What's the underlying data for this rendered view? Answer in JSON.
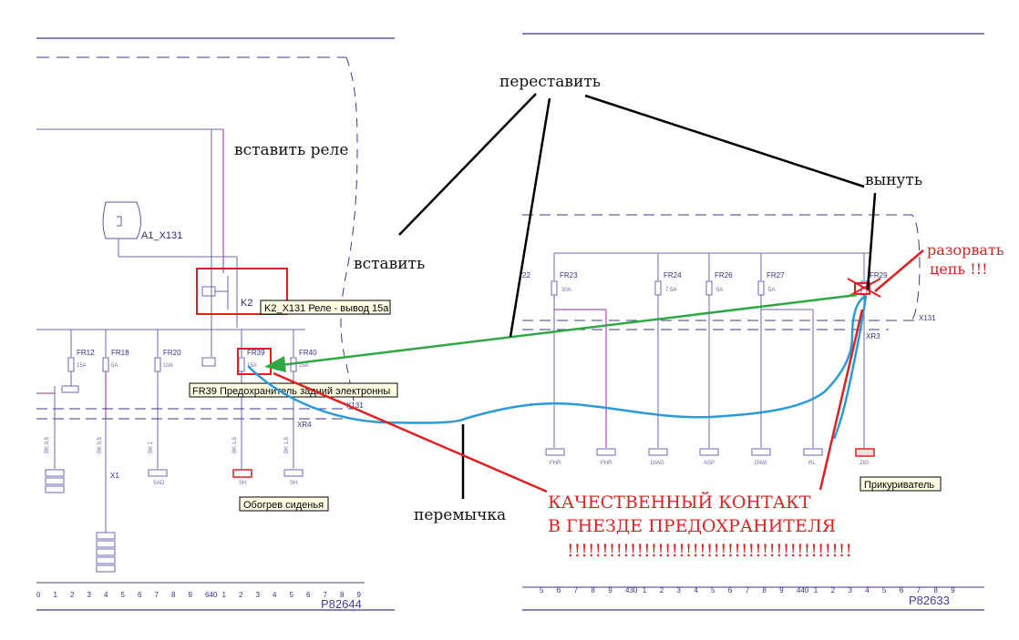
{
  "annotations": {
    "rearrange": "переставить",
    "insert_relay": "вставить реле",
    "insert": "вставить",
    "remove": "вынуть",
    "break_circuit_line1": "разорвать",
    "break_circuit_line2": "цепь !!!",
    "jumper": "перемычка",
    "quality_line1": "КАЧЕСТВЕННЫЙ КОНТАКТ",
    "quality_line2": "В ГНЕЗДЕ ПРЕДОХРАНИТЕЛЯ",
    "quality_line3": "!!!!!!!!!!!!!!!!!!!!!!!!!!!!!!!!!!!!!!!!!"
  },
  "tooltips": {
    "relay": "K2_X131 Реле - вывод 15а",
    "fuse": "FR39 Предохранитель задний электронны",
    "seat_heating": "Обогрев сиденья",
    "lighter": "Прикуриватель"
  },
  "left_diagram": {
    "connector_a1": "A1_X131",
    "relay_id": "K2",
    "fuses": [
      "FR12",
      "FR18",
      "FR20",
      "FR39",
      "FR40"
    ],
    "fuse_ratings": [
      "15A",
      "5A",
      "10A",
      "15A",
      "15A"
    ],
    "connectors": [
      "X131",
      "XR4",
      "X1"
    ],
    "wires": [
      "BK 0.5",
      "BK 0.5",
      "BK 1",
      "BK 1.5",
      "BK 1.5"
    ],
    "blocks": [
      "SH",
      "SH",
      "SAD"
    ],
    "page_id": "P82644",
    "ruler": [
      "0",
      "1",
      "2",
      "3",
      "4",
      "5",
      "6",
      "7",
      "8",
      "9",
      "640",
      "1",
      "2",
      "3",
      "4",
      "5",
      "6",
      "7",
      "8",
      "9"
    ]
  },
  "right_diagram": {
    "fuses": [
      "FR23",
      "FR24",
      "FR26",
      "FR27",
      "FR29"
    ],
    "fuse_ratings": [
      "30A",
      "7.5A",
      "5A",
      "5A"
    ],
    "connectors": [
      "X131",
      "XR3"
    ],
    "pin_22": "22",
    "blocks": [
      "FHR",
      "FHR",
      "DIAG",
      "ASP",
      "DWA",
      "RL",
      "ZIG"
    ],
    "page_id": "P82633",
    "ruler": [
      "5",
      "6",
      "7",
      "8",
      "9",
      "430",
      "1",
      "2",
      "3",
      "4",
      "5",
      "6",
      "7",
      "8",
      "9",
      "440",
      "1",
      "2",
      "3",
      "4",
      "5",
      "6",
      "7",
      "8",
      "9"
    ]
  },
  "colors": {
    "schematic": "#5a5aa8",
    "red": "#e02020",
    "green": "#2fa844",
    "cyan": "#2a9ad8",
    "black": "#000000"
  }
}
